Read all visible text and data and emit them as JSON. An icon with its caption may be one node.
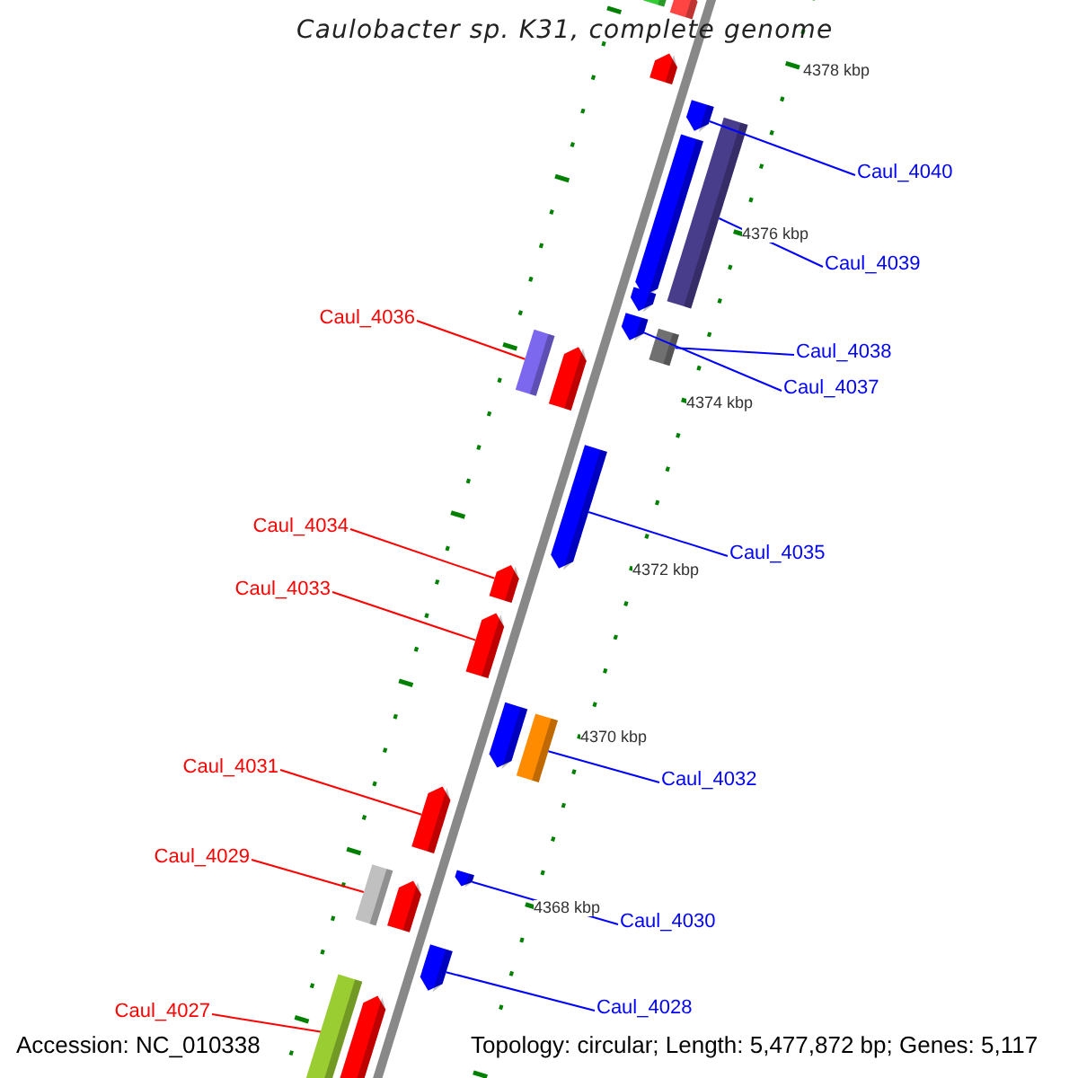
{
  "diagram": {
    "title": "Caulobacter sp. K31, complete genome",
    "nodes": [
      {
        "text": [
          "Caul_4040"
        ]
      },
      {
        "text": [
          "Caul_4039"
        ]
      },
      {
        "text": [
          "Caul_4036"
        ]
      },
      {
        "text": [
          "Caul_4038"
        ]
      },
      {
        "text": [
          "Caul_4037"
        ]
      },
      {
        "text": [
          "Caul_4034"
        ]
      },
      {
        "text": [
          "Caul_4035"
        ]
      },
      {
        "text": [
          "Caul_4033"
        ]
      },
      {
        "text": [
          "Caul_4031"
        ]
      },
      {
        "text": [
          "Caul_4032"
        ]
      },
      {
        "text": [
          "Caul_4029"
        ]
      },
      {
        "text": [
          "Caul_4030"
        ]
      },
      {
        "text": [
          "Caul_4028"
        ]
      },
      {
        "text": [
          "Caul_4027"
        ]
      },
      {
        "text": [],
        "shape": "bar"
      },
      {
        "text": [],
        "shape": "pentagon"
      },
      {
        "text": [],
        "shape": "pentagon"
      },
      {
        "text": [],
        "shape": "pentagon"
      },
      {
        "text": [],
        "shape": "bar"
      },
      {
        "text": [],
        "shape": "pentagon"
      },
      {
        "text": [],
        "shape": "pentagon"
      },
      {
        "text": [],
        "shape": "pentagon"
      },
      {
        "text": [],
        "shape": "bar"
      },
      {
        "text": [],
        "shape": "bar"
      },
      {
        "text": [],
        "shape": "pentagon"
      },
      {
        "text": [],
        "shape": "pentagon"
      },
      {
        "text": [],
        "shape": "pentagon"
      },
      {
        "text": [],
        "shape": "pentagon"
      },
      {
        "text": [],
        "shape": "pentagon"
      },
      {
        "text": [],
        "shape": "bar"
      },
      {
        "text": [],
        "shape": "pentagon"
      },
      {
        "text": [],
        "shape": "pentagon"
      },
      {
        "text": [],
        "shape": "bar"
      },
      {
        "text": [],
        "shape": "pentagon"
      },
      {
        "text": [],
        "shape": "pentagon"
      },
      {
        "text": [],
        "shape": "bar"
      },
      {
        "text": [],
        "shape": "pentagon"
      }
    ],
    "edges": [
      {
        "from": 0,
        "to": 17,
        "arrow": "none"
      },
      {
        "from": 1,
        "to": 18,
        "arrow": "none"
      },
      {
        "from": 2,
        "to": 23,
        "arrow": "none",
        "color": "#ff0000"
      },
      {
        "from": 3,
        "to": 22,
        "arrow": "none"
      },
      {
        "from": 4,
        "to": 21,
        "arrow": "none"
      },
      {
        "from": 5,
        "to": 26,
        "arrow": "none",
        "color": "#ff0000"
      },
      {
        "from": 6,
        "to": 25,
        "arrow": "none"
      },
      {
        "from": 7,
        "to": 27,
        "arrow": "none",
        "color": "#ff0000"
      },
      {
        "from": 8,
        "to": 30,
        "arrow": "none",
        "color": "#ff0000"
      },
      {
        "from": 9,
        "to": 29,
        "arrow": "none"
      },
      {
        "from": 10,
        "to": 32,
        "arrow": "none",
        "color": "#ff0000"
      },
      {
        "from": 11,
        "to": 31,
        "arrow": "none"
      },
      {
        "from": 12,
        "to": 34,
        "arrow": "none"
      },
      {
        "from": 13,
        "to": 35,
        "arrow": "none",
        "color": "#ff0000"
      }
    ],
    "labels": [
      "4378 kbp",
      "4376 kbp",
      "4374 kbp",
      "4372 kbp",
      "4370 kbp",
      "4368 kbp",
      "Accession: NC_010338",
      "Topology: circular; Length: 5,477,872 bp; Genes: 5,117"
    ]
  }
}
